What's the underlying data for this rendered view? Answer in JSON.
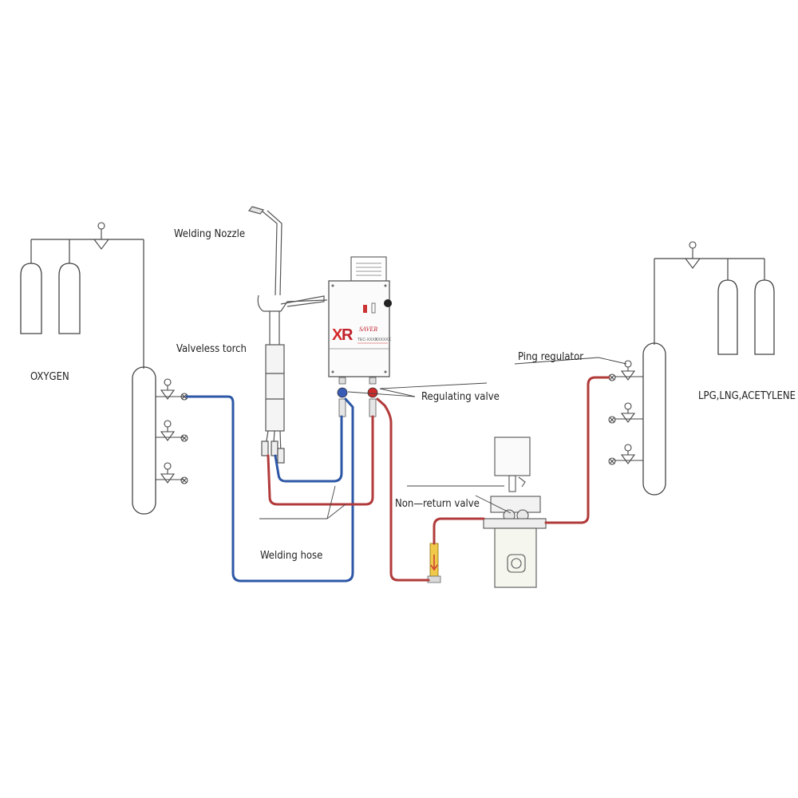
{
  "labels": {
    "oxygen": "OXYGEN",
    "lpg": "LPG,LNG,ACETYLENE",
    "welding_nozzle": "Welding Nozzle",
    "valveless_torch": "Valveless torch",
    "regulating_valve": "Regulating valve",
    "ping_regulator": "Ping regulator",
    "non_return_valve": "Non—return valve",
    "welding_hose": "Welding hose"
  },
  "saver_unit": {
    "logo_x": "X",
    "logo_r": "R",
    "brand": "SAVER",
    "model_left": "TEC-XXXX",
    "model_right": "XXXXXX"
  },
  "colors": {
    "oxygen_hose": "#2d57a6",
    "fuel_hose": "#b23a3a",
    "line": "#444444",
    "logo_red": "#d42a2a"
  }
}
